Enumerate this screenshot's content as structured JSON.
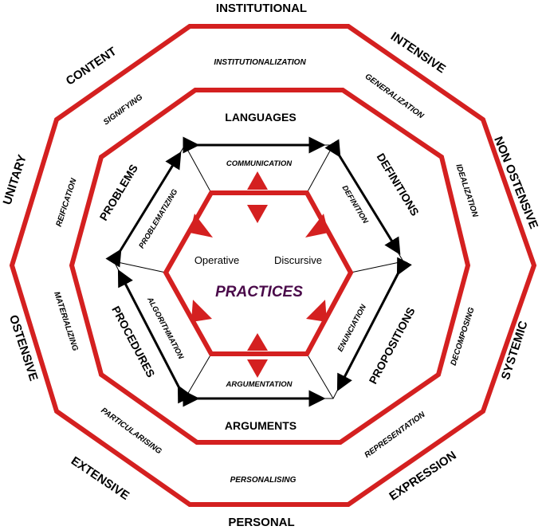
{
  "outer_dimensions": {
    "top": "INSTITUTIONAL",
    "top_right": "INTENSIVE",
    "right_upper": "NON OSTENSIVE",
    "right_lower": "SYSTEMIC",
    "bottom_right": "EXPRESSION",
    "bottom": "PERSONAL",
    "bottom_left": "EXTENSIVE",
    "left_lower": "OSTENSIVE",
    "left_upper": "UNITARY",
    "top_left": "CONTENT"
  },
  "outer_processes": {
    "institutionalization": "INSTITUTIONALIZATION",
    "generalization": "GENERALIZATION",
    "idealization": "IDEALIZATION",
    "decomposing": "DECOMPOSING",
    "representation": "REPRESENTATION",
    "personalising": "PERSONALISING",
    "particularising": "PARTICULARISING",
    "materializing": "MATERIALIZING",
    "reification": "REIFICATION",
    "signifying": "SIGNIFYING"
  },
  "objects": {
    "languages": "LANGUAGES",
    "definitions": "DEFINITIONS",
    "propositions": "PROPOSITIONS",
    "arguments": "ARGUMENTS",
    "procedures": "PROCEDURES",
    "problems": "PROBLEMS"
  },
  "inner_processes": {
    "communication": "COMMUNICATION",
    "definition": "DEFINITION",
    "enunciation": "ENUNCIATION",
    "argumentation": "ARGUMENTATION",
    "algorithmation": "ALGORITHMATION",
    "problematizing": "PROBLEMATIZING"
  },
  "center": {
    "operative": "Operative",
    "discursive": "Discursive",
    "practices": "PRACTICES"
  },
  "colors": {
    "red": "#d42020",
    "black": "#000000",
    "practices": "#4a0a4a"
  }
}
